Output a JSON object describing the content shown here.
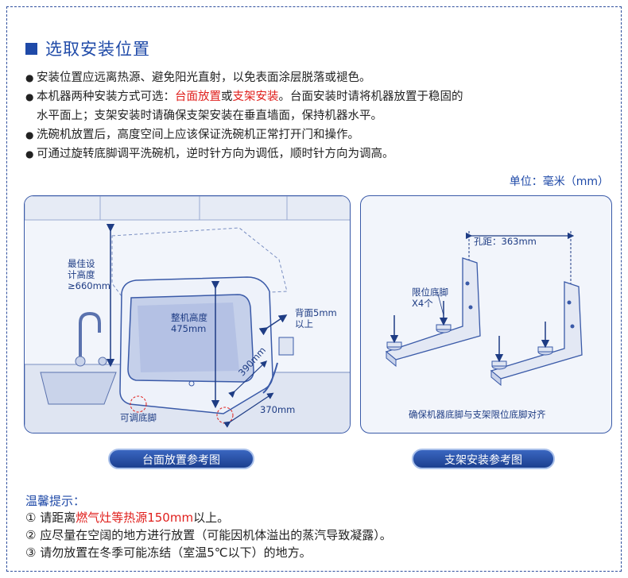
{
  "section_title": "选取安装位置",
  "bullets": [
    {
      "text": "安装位置应远离热源、避免阳光直射，以免表面涂层脱落或褪色。"
    },
    {
      "pre": "本机器两种安装方式可选：",
      "red1": "台面放置",
      "mid": "或",
      "red2": "支架安装",
      "post": "。台面安装时请将机器放置于稳固的",
      "cont": "水平面上；支架安装时请确保支架安装在垂直墙面，保持机器水平。"
    },
    {
      "text": "洗碗机放置后，高度空间上应该保证洗碗机正常打开门和操作。"
    },
    {
      "text": "可通过旋转底脚调平洗碗机，逆时针方向为调低，顺时针方向为调高。"
    }
  ],
  "unit_label": "单位：毫米（mm）",
  "left_diagram": {
    "best_height_l1": "最佳设",
    "best_height_l2": "计高度",
    "best_height_l3": "≥660mm",
    "machine_height_l1": "整机高度",
    "machine_height_l2": "475mm",
    "back_l1": "背面5mm",
    "back_l2": "以上",
    "depth": "390mm",
    "width": "370mm",
    "foot": "可调底脚"
  },
  "right_diagram": {
    "hole_distance": "孔距：363mm",
    "limit_l1": "限位底脚",
    "limit_l2": "X4个",
    "align_note": "确保机器底脚与支架限位底脚对齐"
  },
  "caption_left": "台面放置参考图",
  "caption_right": "支架安装参考图",
  "tips_title": "温馨提示：",
  "tips": [
    {
      "pre": "① 请距离",
      "red": "燃气灶等热源150mm",
      "post": "以上。"
    },
    {
      "text": "② 应尽量在空阔的地方进行放置（可能因机体溢出的蒸汽导致凝露）。"
    },
    {
      "text": "③ 请勿放置在冬季可能冻结（室温5℃以下）的地方。"
    }
  ]
}
